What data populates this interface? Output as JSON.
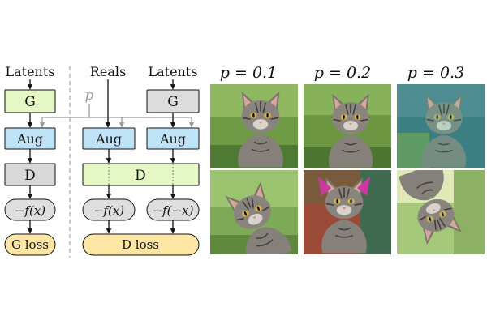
{
  "diagram": {
    "generator_side": {
      "input_label": "Latents",
      "g_label": "G",
      "aug_label": "Aug",
      "d_label": "D",
      "f_label": "−f(x)",
      "loss_label": "G loss"
    },
    "discriminator_side": {
      "reals_label": "Reals",
      "latents_label": "Latents",
      "g_label": "G",
      "aug_left_label": "Aug",
      "aug_right_label": "Aug",
      "d_label": "D",
      "f_left_label": "−f(x)",
      "f_right_label": "−f(−x)",
      "loss_label": "D loss"
    },
    "p_label": "p",
    "colors": {
      "g_box": "#dcdcdc",
      "g_box_generator": "#e4f7c4",
      "aug_box": "#bfe3f6",
      "d_box_generator": "#d9d9d9",
      "d_box_discriminator": "#e4f7c4",
      "f_box": "#dedede",
      "loss_box": "#fde6a3",
      "p_line": "#9a9a9a"
    }
  },
  "examples": {
    "columns": [
      {
        "title": "p = 0.1"
      },
      {
        "title": "p = 0.2"
      },
      {
        "title": "p = 0.3"
      }
    ],
    "image_subject": "cat-photo"
  }
}
